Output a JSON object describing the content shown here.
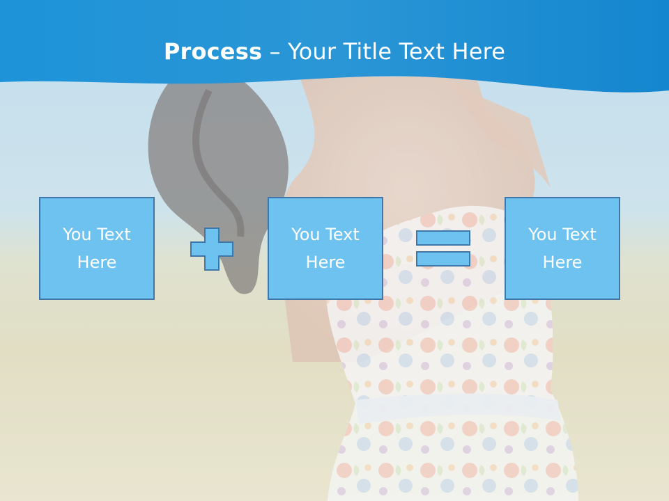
{
  "slide": {
    "title_bold": "Process",
    "title_sep": " – ",
    "title_rest": "Your Title Text Here"
  },
  "process": {
    "boxes": [
      {
        "text": "You Text Here"
      },
      {
        "text": "You Text Here"
      },
      {
        "text": "You Text Here"
      }
    ],
    "operators": [
      "plus-icon",
      "equals-icon"
    ]
  },
  "colors": {
    "header_blue": "#1a8fd6",
    "box_fill": "#6dc2ef",
    "box_border": "#3f78a8",
    "text": "#ffffff"
  }
}
